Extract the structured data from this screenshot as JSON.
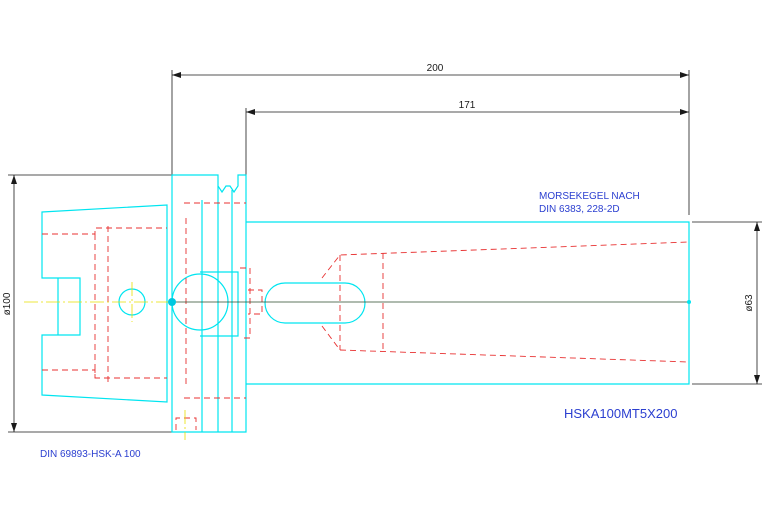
{
  "colors": {
    "outline": "#00e5f0",
    "hidden_lines": "#e83030",
    "centerline": "#e8e000",
    "dimensions": "#1a1a1a",
    "notes": "#2b3fd0"
  },
  "dimensions": {
    "overall_length": "200",
    "shank_length": "171",
    "flange_diameter": "ø100",
    "shank_diameter": "ø63"
  },
  "notes": {
    "taper_line1": "MORSEKEGEL NACH",
    "taper_line2": "DIN 6383, 228-2D",
    "part_code": "HSKA100MT5X200",
    "standard": "DIN 69893-HSK-A 100"
  }
}
